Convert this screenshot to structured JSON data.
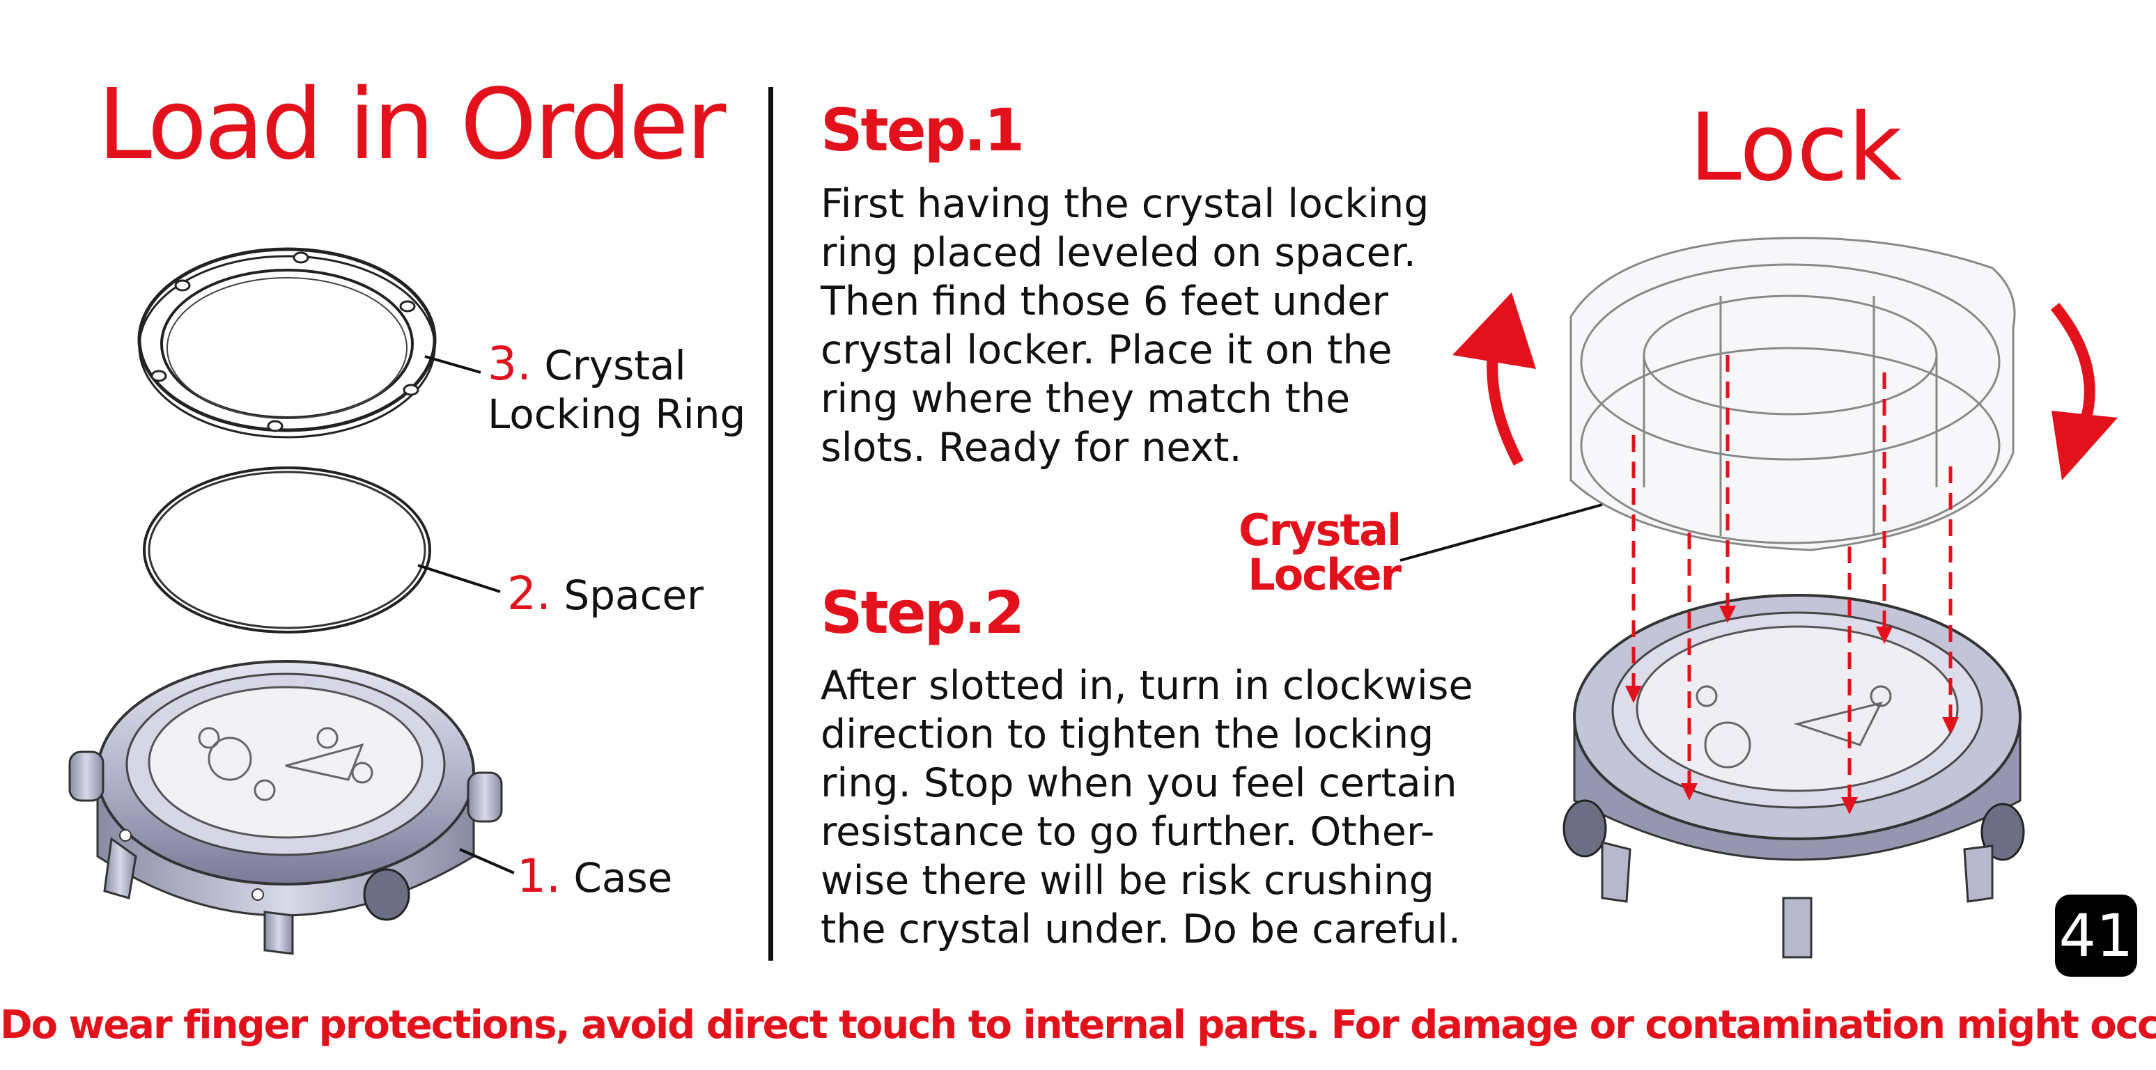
{
  "left_panel": {
    "title": "Load in Order",
    "parts": [
      {
        "number": "3.",
        "label_line1": "Crystal",
        "label_line2": "Locking Ring"
      },
      {
        "number": "2.",
        "label": "Spacer"
      },
      {
        "number": "1.",
        "label": "Case"
      }
    ]
  },
  "step1": {
    "title": "Step.1",
    "lines": [
      "First having the crystal locking",
      "ring placed leveled on spacer.",
      "Then find those 6 feet under",
      "crystal locker. Place it on the",
      "ring where they match the",
      "slots. Ready for next."
    ]
  },
  "step2": {
    "title": "Step.2",
    "lines": [
      "After slotted in, turn in clockwise",
      "direction to tighten the locking",
      "ring. Stop when you feel certain",
      "resistance to go further. Other-",
      "wise there will be risk crushing",
      "the crystal under. Do be careful."
    ]
  },
  "right_panel": {
    "title": "Lock",
    "callout_line1": "Crystal",
    "callout_line2": "Locker"
  },
  "page_number": "41",
  "warning": "Do wear finger protections, avoid direct touch to internal parts. For damage or contamination might occur.",
  "colors": {
    "accent": "#e3111b",
    "text": "#111111"
  },
  "icons": [
    "rotate-counterclockwise-arrow-icon",
    "rotate-clockwise-arrow-icon"
  ]
}
